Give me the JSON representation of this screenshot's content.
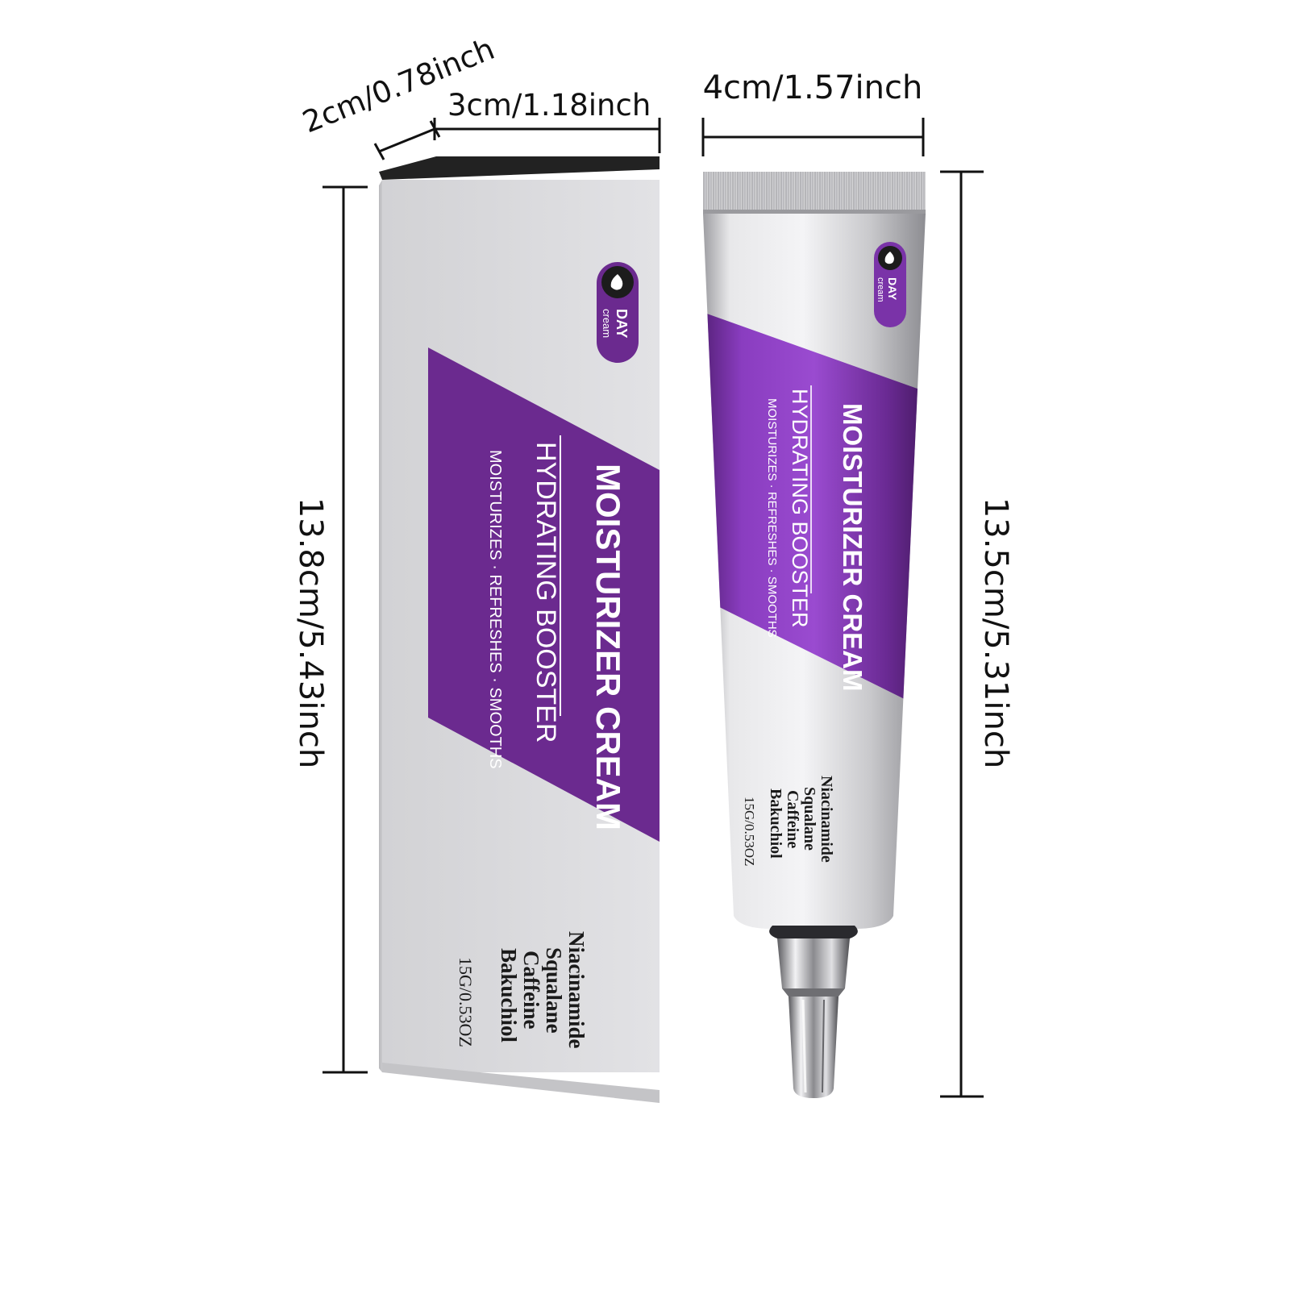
{
  "dimensions": {
    "box_depth": "2cm/0.78inch",
    "box_width": "3cm/1.18inch",
    "box_height": "13.8cm/5.43inch",
    "tube_width": "4cm/1.57inch",
    "tube_height": "13.5cm/5.31inch"
  },
  "product": {
    "badge_line1": "DAY",
    "badge_line2": "cream",
    "title": "MOISTURIZER CREAM",
    "subtitle": "HYDRATING BOOSTER",
    "tagline": "MOISTURIZES · REFRESHES · SMOOTHS",
    "ingredients": [
      "Niacinamide",
      "Squalane",
      "Caffeine",
      "Bakuchiol"
    ],
    "net_weight": "15G/0.53OZ"
  },
  "colors": {
    "brand_purple": "#6a2a8e",
    "box_grey": "#dcdcdf",
    "tube_silver": "#c9c9cc"
  },
  "icons": {
    "badge_icon": "drop-icon"
  }
}
